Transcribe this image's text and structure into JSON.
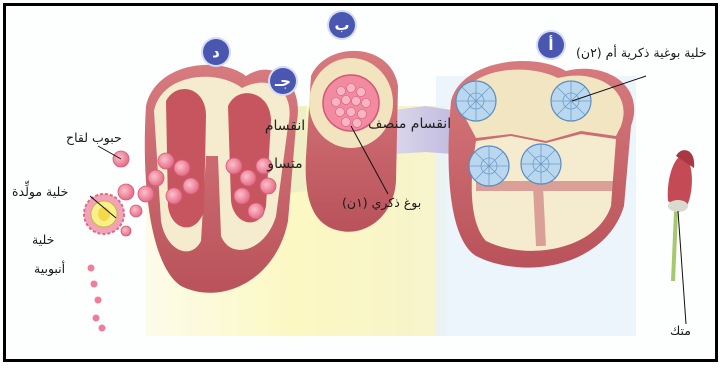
{
  "badges": {
    "a": "أ",
    "b": "ب",
    "c": "جـ",
    "d": "د"
  },
  "labels": {
    "mother_cell": "خلية بوغية ذكرية أم (٢ن)",
    "microspore": "بوغ ذكري (١ن)",
    "meiosis": "انقسام منصف",
    "mitosis_line1": "انقسام",
    "mitosis_line2": "متساو",
    "pollen_grains": "حبوب لقاح",
    "generative_cell": "خلية مولِّدة",
    "tube_cell_line1": "خلية",
    "tube_cell_line2": "أنبوبية",
    "anther": "متك"
  },
  "colors": {
    "badge": "#4a57b0",
    "tissue": "#c9656a",
    "inner": "#f4e9c6",
    "pollen": "#f28aa0",
    "mother_cell_fill": "#b9d8ef"
  }
}
